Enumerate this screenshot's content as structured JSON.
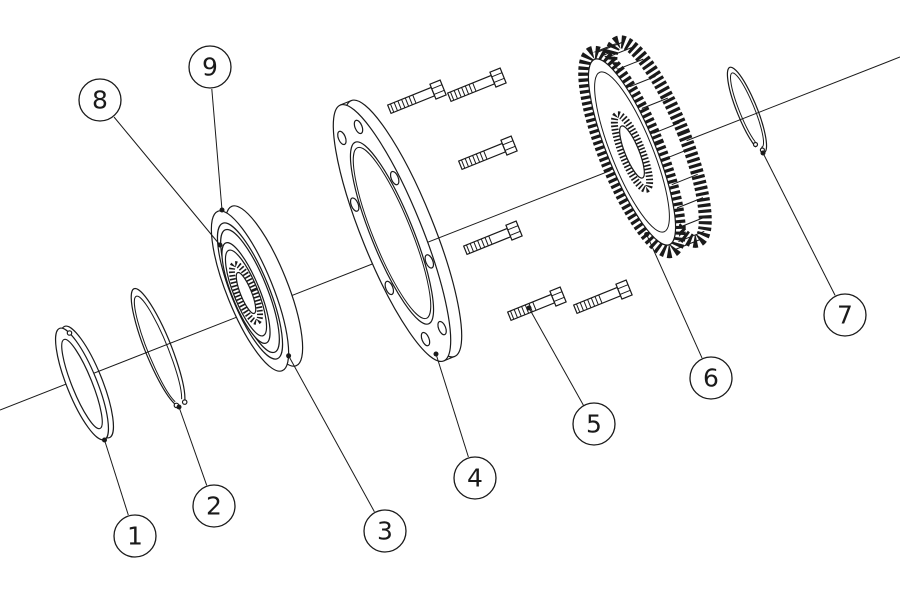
{
  "colors": {
    "background": "#ffffff",
    "line": "#1a1a1a"
  },
  "callouts": [
    {
      "label": "1"
    },
    {
      "label": "2"
    },
    {
      "label": "3"
    },
    {
      "label": "4"
    },
    {
      "label": "5"
    },
    {
      "label": "6"
    },
    {
      "label": "7"
    },
    {
      "label": "8"
    },
    {
      "label": "9"
    }
  ]
}
